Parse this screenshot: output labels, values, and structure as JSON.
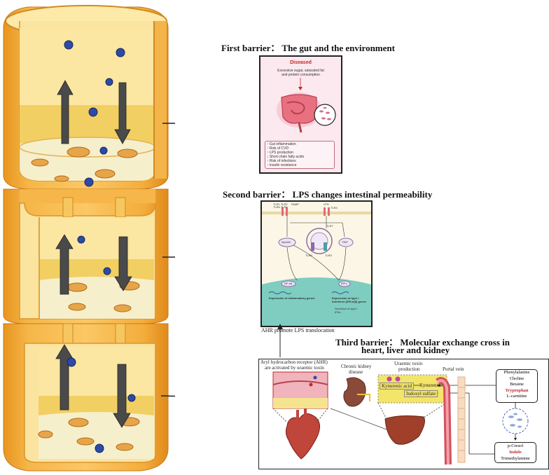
{
  "titles": {
    "first": "First barrier： The gut and the environment",
    "second": "Second barrier： LPS changes intestinal permeability",
    "third_line1": "Third barrier： Molecular exchange cross in",
    "third_line2": "heart, liver and kidney"
  },
  "panel1": {
    "heading": "Diseased",
    "subtitle_line1": "Excessive sugar, saturated fat",
    "subtitle_line2": "and protein consumption",
    "effects": [
      "↑ Gut inflammation",
      "↑ Risk of CVD",
      "↑ LPS production",
      "↓ Short chain fatty acids",
      "↑ Risk of infections",
      "↑ Insulin resistance"
    ]
  },
  "panel2": {
    "receptors_left": "TLR1 TLR2\nTLR6 TLR4",
    "pamp": "PAMP",
    "lps": "LPS",
    "tlr4": "TLR4",
    "tlr7": "TLR7",
    "myd88": "MyD88",
    "trif": "TRIF",
    "tlr9": "TLR9",
    "tlr3": "TLR3",
    "nfkb": "NF-κB",
    "irfs": "IRFs",
    "left_caption": "Expression of inflammatory genes",
    "right_caption": "Expression of type I interferon (IFN-α/β) genes",
    "secretion": "Secretion of type I IFNs"
  },
  "link_label": "AHR promote LPS translocation",
  "panel3": {
    "ahr_line1": "Aryl hydrocarbon receptor (AHR)",
    "ahr_line2": "are activated by uraemic toxin",
    "ckd_line1": "Chronic kidney",
    "ckd_line2": "disease",
    "uraemic_line1": "Uraemic toxin",
    "uraemic_line2": "production",
    "kynurenic": "Kynurenic acid",
    "kynurenine": "Kynurenine",
    "indoxyl": "Indoxyl sulfate",
    "portal": "Portal vein",
    "precursors": [
      "Phenylalanine",
      "Choline",
      "Betaine",
      "Tryptophan",
      "L-carnitine"
    ],
    "products": [
      "p-Cresol",
      "Indole",
      "Trimethylamine"
    ]
  },
  "colors": {
    "tube_outer": "#f0a83a",
    "tube_inner": "#fde9a8",
    "lumen": "#f7efc4",
    "arrow": "#4a4a4a",
    "ball": "#2c4aa8",
    "accent_red": "#c0282a",
    "cell_teal": "#7ecdc0",
    "liver": "#a0402a",
    "yellow_box": "#f3e46a"
  }
}
